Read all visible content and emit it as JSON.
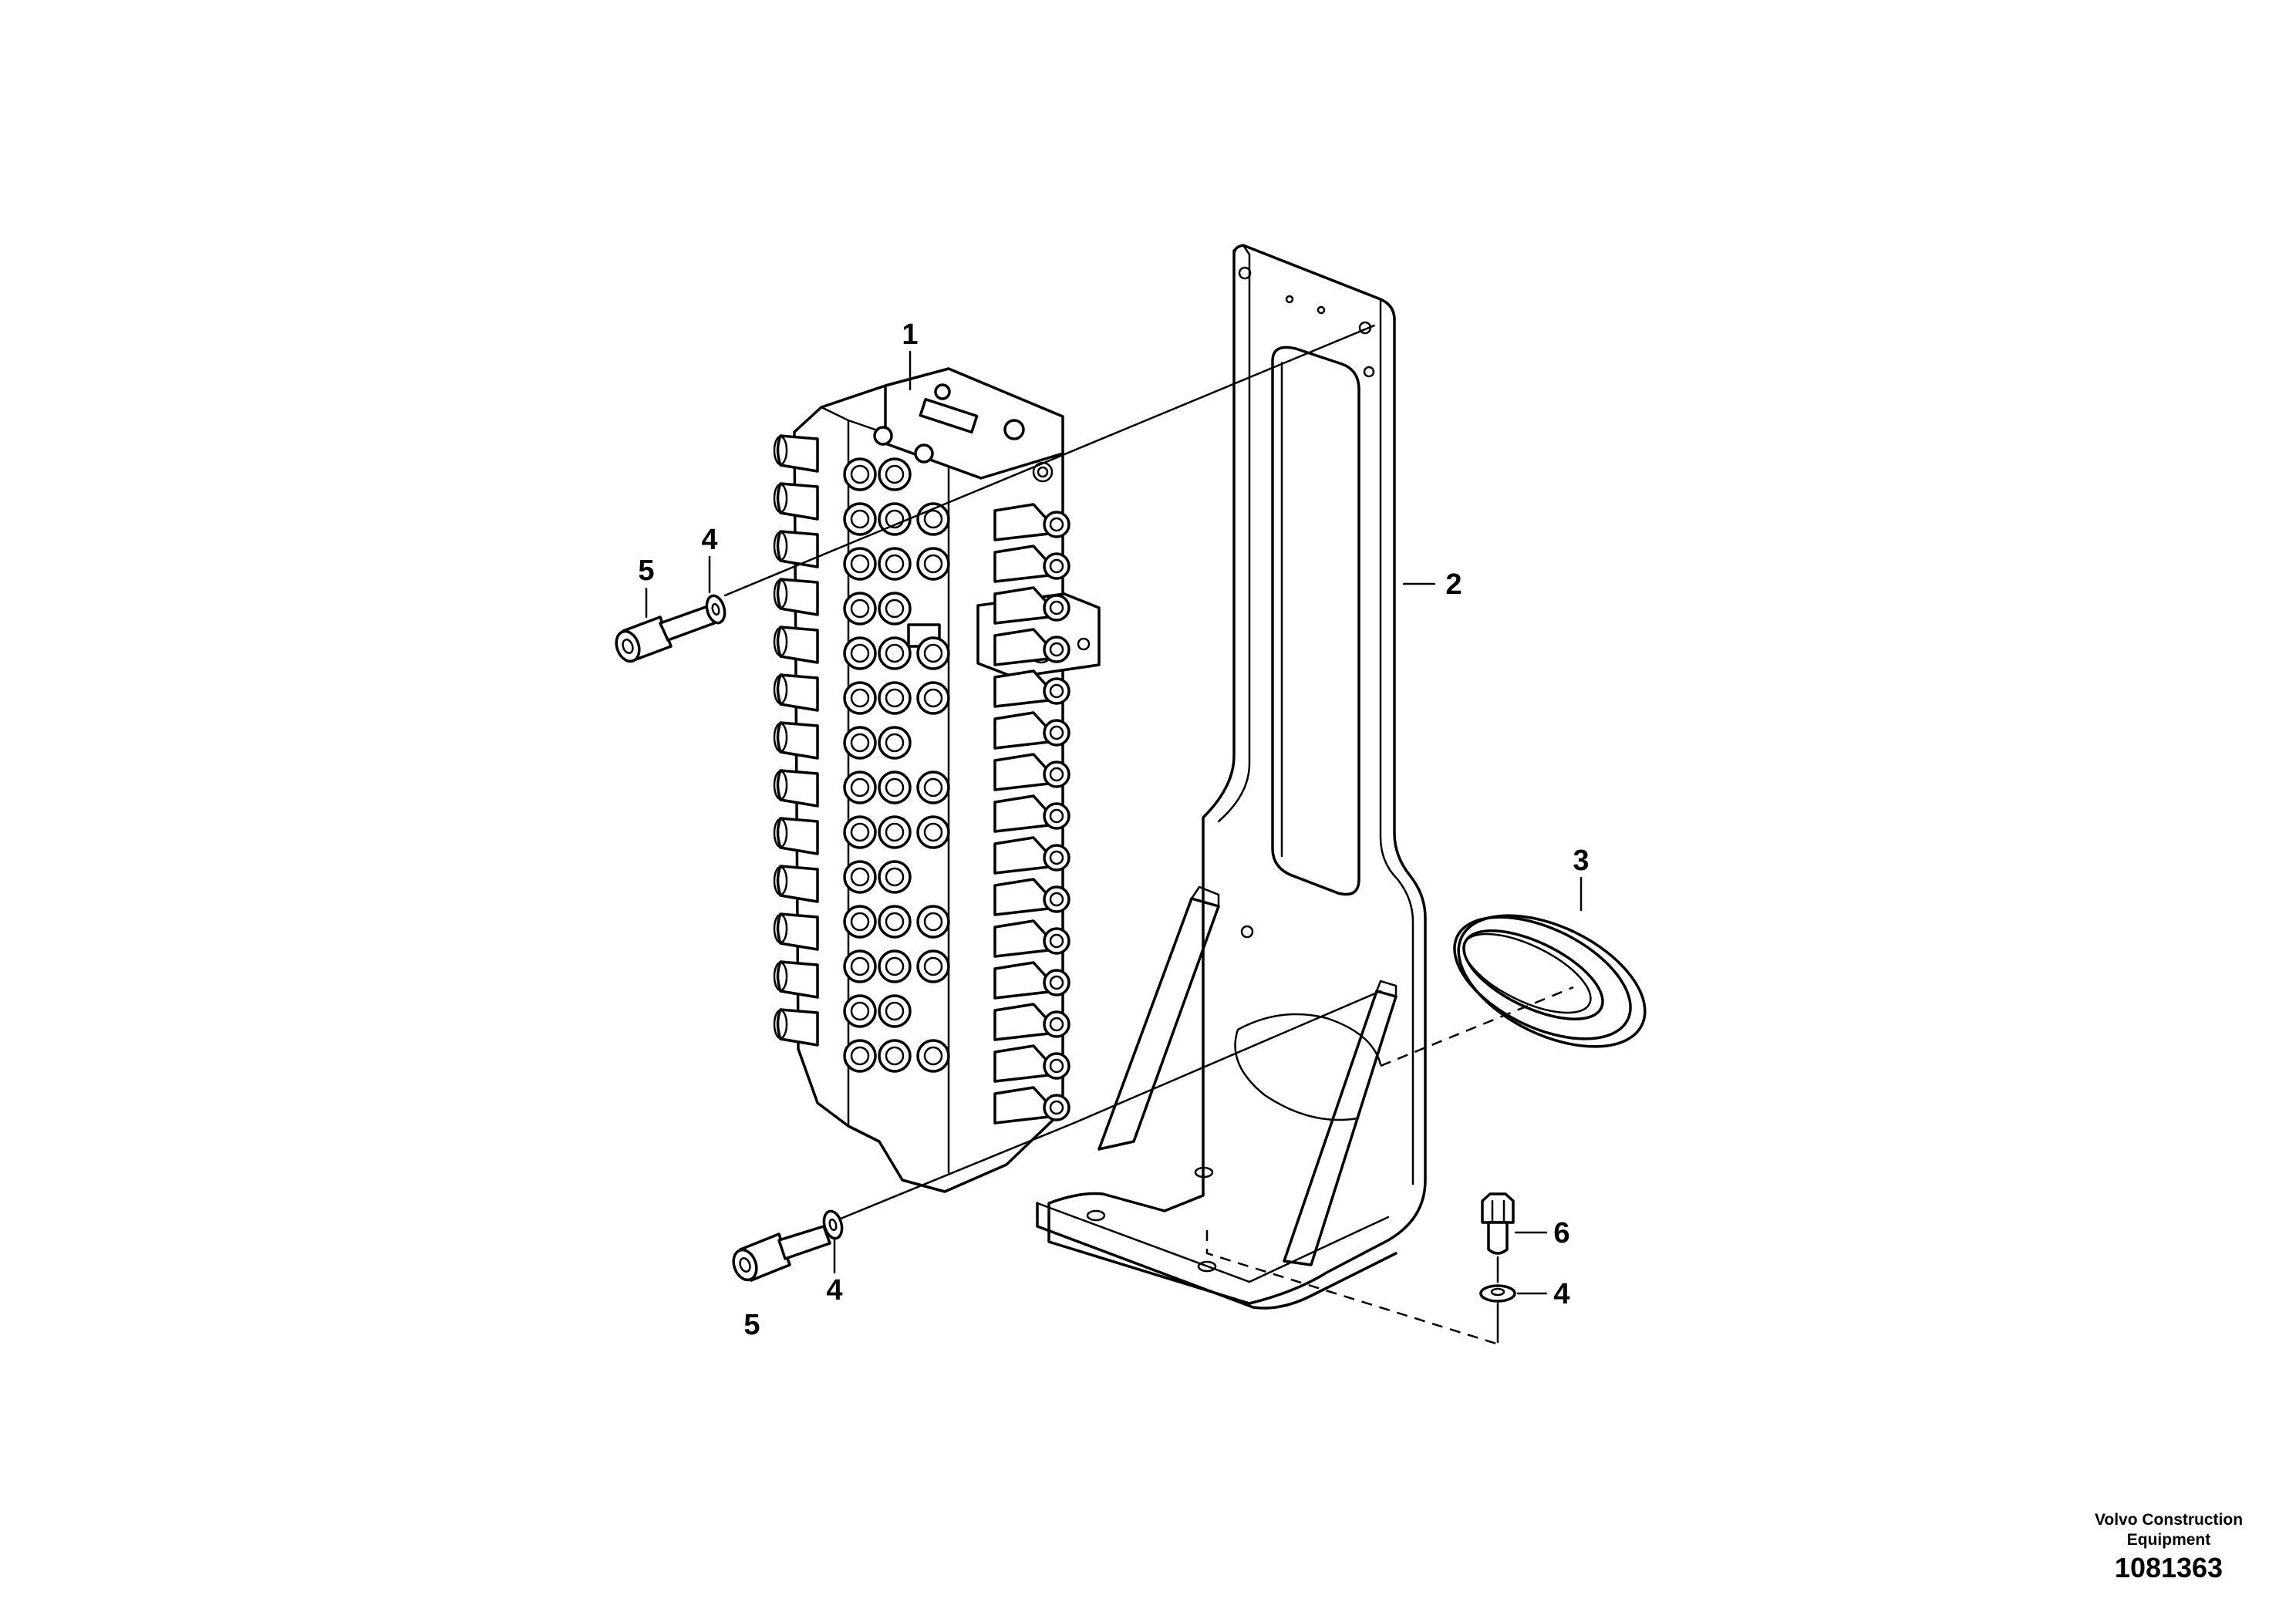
{
  "callouts": [
    {
      "id": "c1",
      "text": "1"
    },
    {
      "id": "c2",
      "text": "2"
    },
    {
      "id": "c3",
      "text": "3"
    },
    {
      "id": "c4a",
      "text": "4"
    },
    {
      "id": "c4b",
      "text": "4"
    },
    {
      "id": "c4c",
      "text": "4"
    },
    {
      "id": "c5a",
      "text": "5"
    },
    {
      "id": "c5b",
      "text": "5"
    },
    {
      "id": "c6",
      "text": "6"
    }
  ],
  "footer": {
    "credit_line1": "Volvo Construction",
    "credit_line2": "Equipment",
    "document_number": "1081363"
  }
}
